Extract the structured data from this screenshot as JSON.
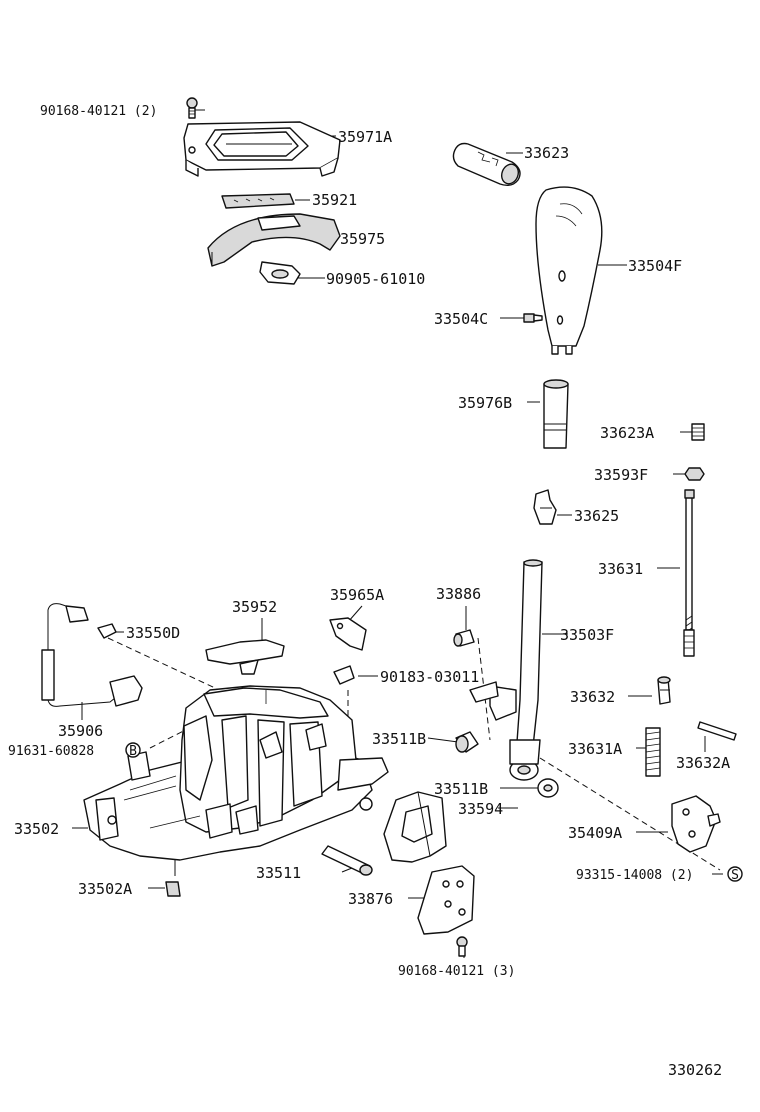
{
  "diagram": {
    "figure_number": "330262",
    "callouts": {
      "p90168_top": "90168-40121 (2)",
      "p35971A": "35971A",
      "p35921": "35921",
      "p35975": "35975",
      "p90905": "90905-61010",
      "p33623": "33623",
      "p33504F": "33504F",
      "p33504C": "33504C",
      "p35976B": "35976B",
      "p33623A": "33623A",
      "p33593F": "33593F",
      "p33625": "33625",
      "p33631": "33631",
      "p35952": "35952",
      "p35965A": "35965A",
      "p33886": "33886",
      "p33503F": "33503F",
      "p33550D": "33550D",
      "p90183": "90183-03011",
      "p33632": "33632",
      "p35906": "35906",
      "p91631": "91631-60828",
      "p33511B_a": "33511B",
      "p33631A": "33631A",
      "p33632A": "33632A",
      "p33511B_b": "33511B",
      "p33594": "33594",
      "p35409A": "35409A",
      "p33502": "33502",
      "p93315": "93315-14008 (2)",
      "p33511": "33511",
      "p33502A": "33502A",
      "p33876": "33876",
      "p90168_bot": "90168-40121 (3)"
    },
    "markers": {
      "b": "B",
      "s": "S"
    }
  }
}
